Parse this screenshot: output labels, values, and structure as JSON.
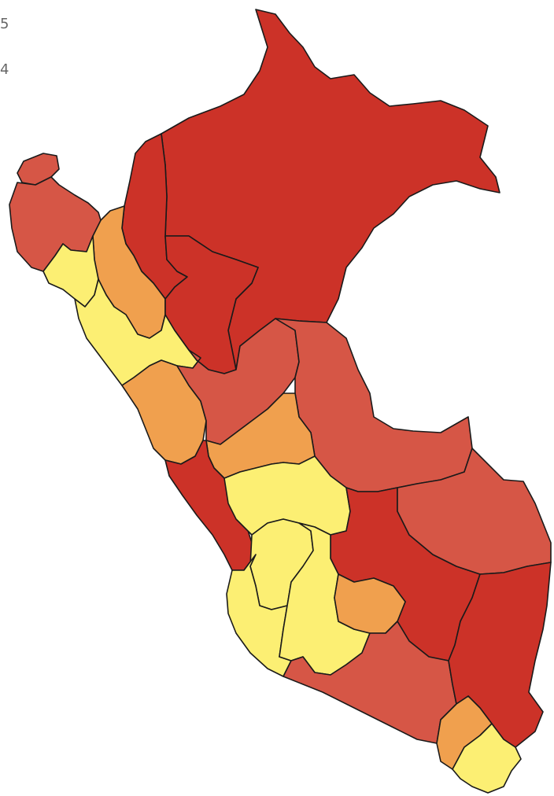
{
  "legend": {
    "line1": "5",
    "line2": "4"
  },
  "colors": {
    "dark_red": "#cc3228",
    "medium_red": "#d65646",
    "orange": "#f0a04e",
    "yellow": "#fcef73",
    "border": "#1a1a1a",
    "background": "#ffffff"
  },
  "regions": [
    {
      "name": "loreto",
      "class": "dark_red"
    },
    {
      "name": "amazonas",
      "class": "dark_red"
    },
    {
      "name": "cajamarca",
      "class": "orange"
    },
    {
      "name": "tumbes",
      "class": "medium_red"
    },
    {
      "name": "piura",
      "class": "medium_red"
    },
    {
      "name": "lambayeque",
      "class": "yellow"
    },
    {
      "name": "la-libertad",
      "class": "yellow"
    },
    {
      "name": "san-martin",
      "class": "dark_red"
    },
    {
      "name": "ancash",
      "class": "orange"
    },
    {
      "name": "huanuco",
      "class": "medium_red"
    },
    {
      "name": "ucayali",
      "class": "medium_red"
    },
    {
      "name": "pasco",
      "class": "orange"
    },
    {
      "name": "lima",
      "class": "dark_red"
    },
    {
      "name": "junin",
      "class": "yellow"
    },
    {
      "name": "cusco",
      "class": "dark_red"
    },
    {
      "name": "madre-de-dios",
      "class": "medium_red"
    },
    {
      "name": "huancavelica",
      "class": "yellow"
    },
    {
      "name": "ica",
      "class": "yellow"
    },
    {
      "name": "ayacucho",
      "class": "yellow"
    },
    {
      "name": "apurimac",
      "class": "orange"
    },
    {
      "name": "arequipa",
      "class": "medium_red"
    },
    {
      "name": "puno",
      "class": "dark_red"
    },
    {
      "name": "moquegua",
      "class": "orange"
    },
    {
      "name": "tacna",
      "class": "yellow"
    }
  ]
}
